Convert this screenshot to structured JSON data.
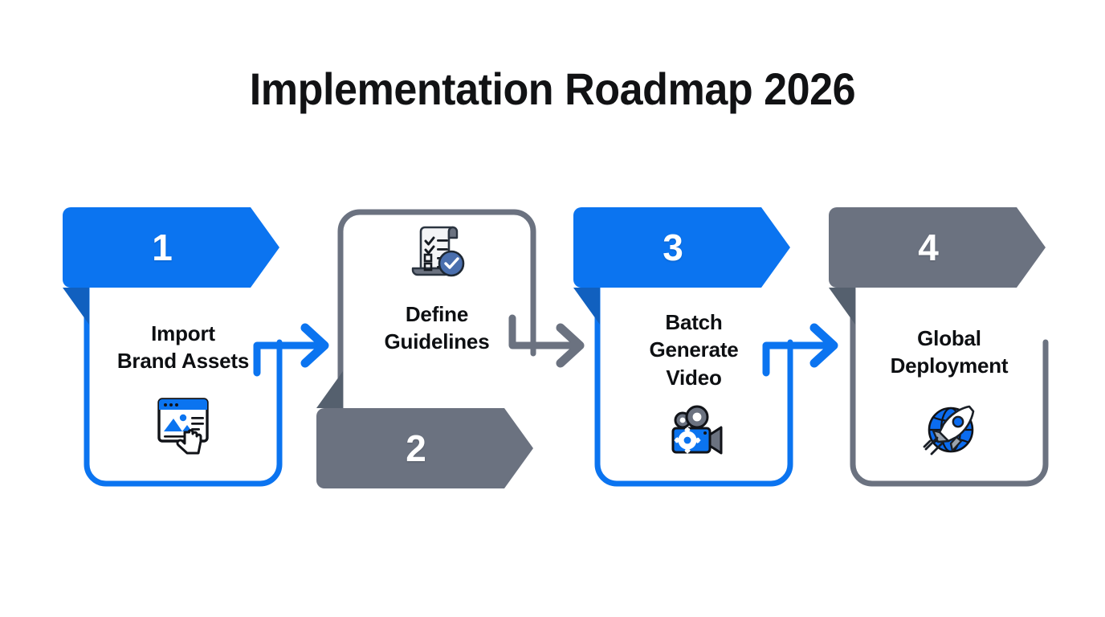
{
  "title": "Implementation Roadmap 2026",
  "palette": {
    "blue": "#0b74f0",
    "blue_dark": "#1160bf",
    "gray": "#6b7280",
    "gray_dark": "#55606e",
    "text": "#0d0f12",
    "background": "#ffffff",
    "banner_number": "#ffffff"
  },
  "steps": [
    {
      "number": "1",
      "label": "Import\nBrand Assets",
      "label_lines": [
        "Import",
        "Brand Assets"
      ],
      "color": "blue",
      "banner_position": "top",
      "icon": "browser-image-upload-icon"
    },
    {
      "number": "2",
      "label": "Define\nGuidelines",
      "label_lines": [
        "Define",
        "Guidelines"
      ],
      "color": "gray",
      "banner_position": "bottom",
      "icon": "checklist-document-approved-icon"
    },
    {
      "number": "3",
      "label": "Batch\nGenerate\nVideo",
      "label_lines": [
        "Batch",
        "Generate",
        "Video"
      ],
      "color": "blue",
      "banner_position": "top",
      "icon": "video-camera-gear-icon"
    },
    {
      "number": "4",
      "label": "Global\nDeployment",
      "label_lines": [
        "Global",
        "Deployment"
      ],
      "color": "gray",
      "banner_position": "top",
      "icon": "rocket-globe-icon"
    }
  ],
  "connectors": [
    {
      "from": "1",
      "to": "2",
      "color": "blue",
      "icon": "arrow-right-icon"
    },
    {
      "from": "2",
      "to": "3",
      "color": "gray",
      "icon": "arrow-right-icon"
    },
    {
      "from": "3",
      "to": "4",
      "color": "blue",
      "icon": "arrow-right-icon"
    }
  ]
}
